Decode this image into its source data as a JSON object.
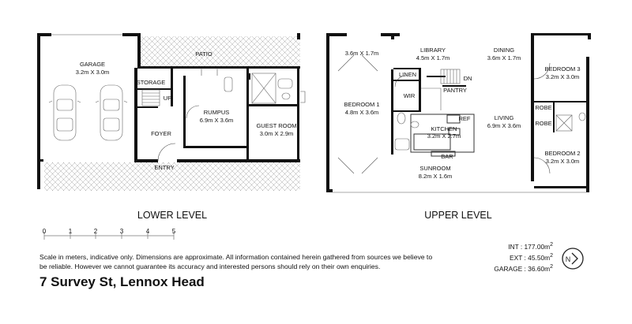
{
  "lower": {
    "level_title": "LOWER LEVEL",
    "garage_name": "GARAGE",
    "garage_dim": "3.2m X 3.0m",
    "patio": "PATIO",
    "storage": "STORAGE",
    "up": "UP",
    "rumpus_name": "RUMPUS",
    "rumpus_dim": "6.9m X 3.6m",
    "foyer": "FOYER",
    "guest_name": "GUEST ROOM",
    "guest_dim": "3.0m X 2.9m",
    "entry": "ENTRY"
  },
  "upper": {
    "level_title": "UPPER LEVEL",
    "room_dim_1": "3.6m X 1.7m",
    "library_name": "LIBRARY",
    "library_dim": "4.5m X 1.7m",
    "dining_name": "DINING",
    "dining_dim": "3.6m X 1.7m",
    "bed3_name": "BEDROOM 3",
    "bed3_dim": "3.2m X 3.0m",
    "linen": "LINEN",
    "dn": "DN",
    "pantry": "PANTRY",
    "wir": "WIR",
    "bed1_name": "BEDROOM 1",
    "bed1_dim": "4.8m X 3.6m",
    "robe_1": "ROBE",
    "robe_2": "ROBE",
    "ref": "REF",
    "kitchen_name": "KITCHEN",
    "kitchen_dim": "3.2m X 2.7m",
    "living_name": "LIVING",
    "living_dim": "6.9m X 3.6m",
    "bed2_name": "BEDROOM 2",
    "bed2_dim": "3.2m X 3.0m",
    "bar": "BAR",
    "sunroom_name": "SUNROOM",
    "sunroom_dim": "8.2m X 1.6m"
  },
  "scale": {
    "ticks": [
      "0",
      "1",
      "2",
      "3",
      "4",
      "5"
    ]
  },
  "disclaimer": "Scale in meters, indicative only. Dimensions are approximate. All information contained herein gathered from sources we believe to be reliable. However we cannot guarantee its accuracy and interested persons should rely on their own enquiries.",
  "areas": {
    "int_label": "INT :",
    "int_value": "177.00m",
    "ext_label": "EXT :",
    "ext_value": "45.50m",
    "garage_label": "GARAGE :",
    "garage_value": "36.60m",
    "unit_sup": "2"
  },
  "address": "7 Survey St, Lennox Head",
  "compass_letter": "N",
  "colors": {
    "wall": "#111111",
    "hatch": "#9a9a9a",
    "text": "#111111"
  }
}
